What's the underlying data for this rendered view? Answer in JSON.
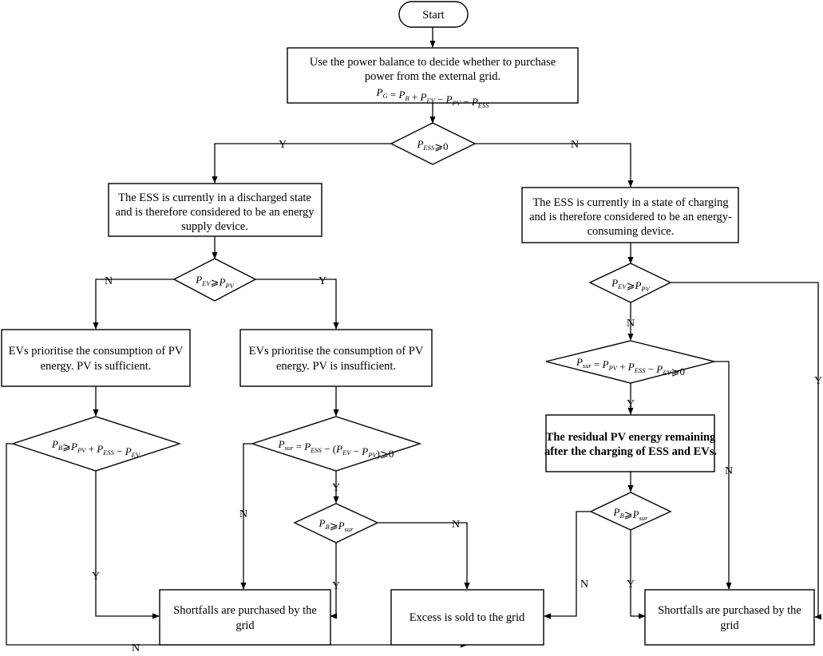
{
  "start": "Start",
  "step1": {
    "line1": "Use the power balance to decide whether to purchase",
    "line2": "power from the external grid.",
    "formula": [
      "P",
      "G",
      " = ",
      "P",
      "B",
      " + ",
      "P",
      "EV",
      " − ",
      "P",
      "PV",
      " − ",
      "P",
      "ESS"
    ]
  },
  "dec_ess": [
    "P",
    "ESS",
    "⩾0"
  ],
  "left_box": [
    "The ESS is currently in a discharged state",
    "and is therefore considered to be an energy",
    "supply device."
  ],
  "right_box": [
    "The ESS is currently in a state of charging",
    "and is therefore considered to be an energy-",
    "consuming device."
  ],
  "dec_ev_left": [
    "P",
    "EV",
    "⩾",
    "P",
    "PV"
  ],
  "dec_ev_right": [
    "P",
    "EV",
    "⩾",
    "P",
    "PV"
  ],
  "ll_box": [
    "EVs prioritise the consumption of PV",
    "energy. PV  is sufficient."
  ],
  "lm_box": [
    "EVs prioritise the consumption of PV",
    "energy. PV is insufficient."
  ],
  "dec_b_pv": [
    "P",
    "B",
    "⩾",
    "P",
    "PV",
    " + ",
    "P",
    "ESS",
    " − ",
    "P",
    "EV"
  ],
  "dec_sur_mid": [
    "P",
    "sur",
    " = ",
    "P",
    "ESS",
    " − (",
    "P",
    "EV",
    " − ",
    "P",
    "PV",
    ")⩾0"
  ],
  "dec_b_sur_mid": [
    "P",
    "B",
    "⩾",
    "P",
    "sur"
  ],
  "dec_sur_right": [
    "P",
    "sur",
    " = ",
    "P",
    "PV",
    " + ",
    "P",
    "ESS",
    " − ",
    "P",
    "EV",
    "⩾0"
  ],
  "residual_box": [
    "The residual PV energy remaining",
    "after the charging of ESS and EVs."
  ],
  "dec_b_sur_right": [
    "P",
    "B",
    "⩾",
    "P",
    "sur"
  ],
  "shortfall_left": [
    "Shortfalls are purchased by the",
    "grid"
  ],
  "excess": "Excess is sold to the grid",
  "shortfall_right": [
    "Shortfalls are purchased by the",
    "grid"
  ],
  "labels": {
    "y": "Y",
    "n": "N"
  }
}
